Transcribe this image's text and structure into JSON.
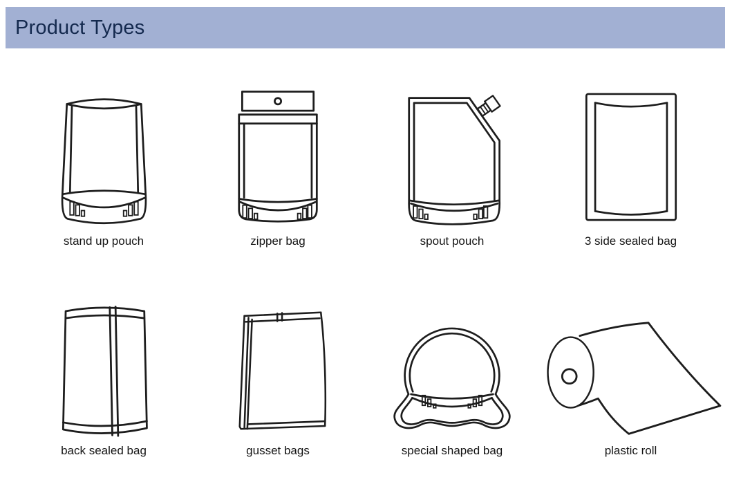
{
  "page": {
    "background_color": "#ffffff"
  },
  "header": {
    "title": "Product Types",
    "background_color": "#a2b0d3",
    "text_color": "#14294e"
  },
  "products": [
    {
      "label": "stand up pouch",
      "icon": "stand-up-pouch-icon"
    },
    {
      "label": "zipper bag",
      "icon": "zipper-bag-icon"
    },
    {
      "label": "spout pouch",
      "icon": "spout-pouch-icon"
    },
    {
      "label": "3 side sealed bag",
      "icon": "three-side-sealed-bag-icon"
    },
    {
      "label": "back sealed bag",
      "icon": "back-sealed-bag-icon"
    },
    {
      "label": "gusset bags",
      "icon": "gusset-bags-icon"
    },
    {
      "label": "special shaped bag",
      "icon": "special-shaped-bag-icon"
    },
    {
      "label": "plastic roll",
      "icon": "plastic-roll-icon"
    }
  ],
  "artwork": {
    "line_color": "#1d1d1d"
  }
}
